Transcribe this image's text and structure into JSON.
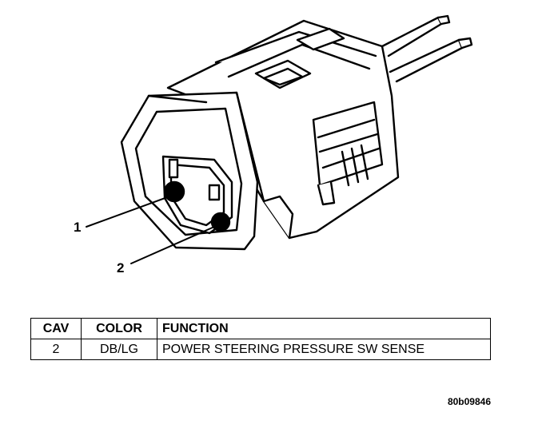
{
  "callouts": {
    "pin1": "1",
    "pin2": "2"
  },
  "table": {
    "headers": {
      "cav": "CAV",
      "color": "COLOR",
      "function": "FUNCTION"
    },
    "rows": [
      {
        "cav": "2",
        "color": "DB/LG",
        "function": "POWER STEERING PRESSURE SW SENSE"
      }
    ]
  },
  "figure_id": "80b09846"
}
